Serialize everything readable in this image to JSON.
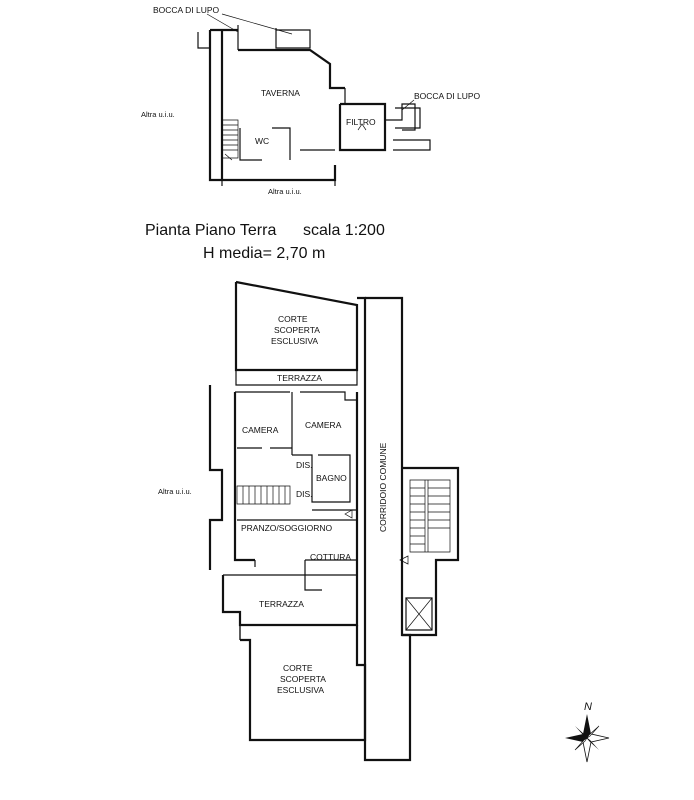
{
  "basement": {
    "bocca_lupo_1": "BOCCA DI LUPO",
    "bocca_lupo_2": "BOCCA DI LUPO",
    "taverna": "TAVERNA",
    "filtro": "FILTRO",
    "wc": "WC",
    "altra_uiu_left": "Altra u.i.u.",
    "altra_uiu_bottom": "Altra u.i.u."
  },
  "title": {
    "line1": "Pianta Piano Terra",
    "scale": "scala 1:200",
    "line2": "H media=  2,70 m"
  },
  "ground": {
    "corte_top_1": "CORTE",
    "corte_top_2": "SCOPERTA",
    "corte_top_3": "ESCLUSIVA",
    "terrazza_top": "TERRAZZA",
    "camera_1": "CAMERA",
    "camera_2": "CAMERA",
    "dis_1": "DIS.",
    "bagno": "BAGNO",
    "dis_2": "DIS.",
    "pranzo": "PRANZO/SOGGIORNO",
    "cottura": "COTTURA",
    "terrazza_bottom": "TERRAZZA",
    "corte_bottom_1": "CORTE",
    "corte_bottom_2": "SCOPERTA",
    "corte_bottom_3": "ESCLUSIVA",
    "corridoio": "CORRIDOIO COMUNE",
    "altra_uiu": "Altra u.i.u."
  },
  "compass": {
    "north": "N",
    "icon": "compass-rose-icon"
  }
}
